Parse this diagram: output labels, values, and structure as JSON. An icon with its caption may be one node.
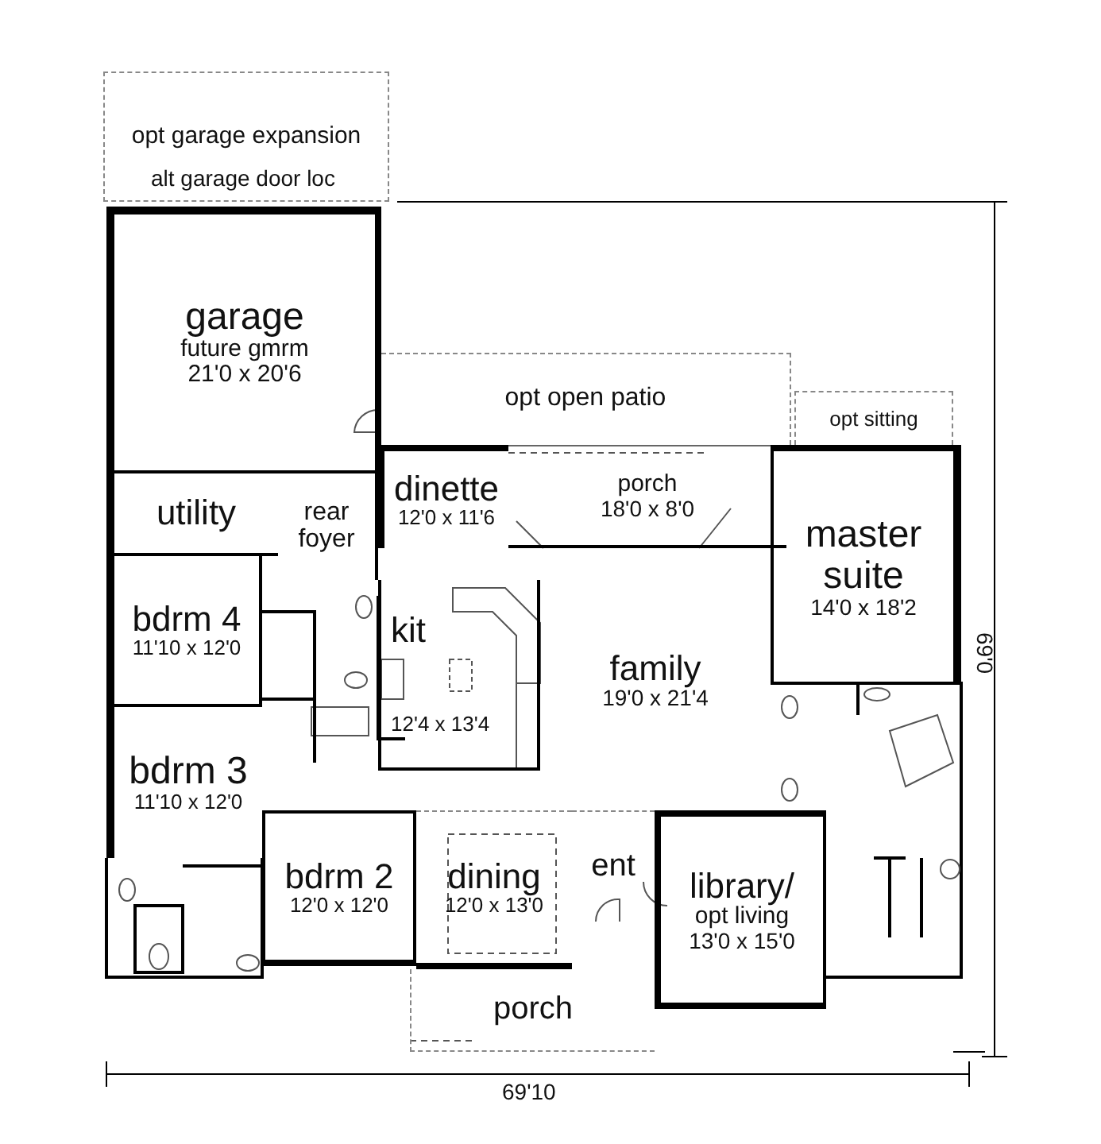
{
  "diagram": {
    "nodes": [
      {
        "text": [
          "opt garage expansion"
        ]
      },
      {
        "text": [
          "garage",
          "future gmrm",
          "21'0 x 20'6"
        ]
      },
      {
        "text": [
          "opt open patio"
        ]
      },
      {
        "text": [
          "opt sitting"
        ]
      },
      {
        "text": [
          "dinette",
          "12'0 x 11'6"
        ]
      },
      {
        "text": [
          "porch",
          "18'0 x 8'0"
        ]
      },
      {
        "text": [
          "master suite",
          "14'0 x 18'2"
        ]
      },
      {
        "text": [
          "utility"
        ]
      },
      {
        "text": [
          "rear foyer"
        ]
      },
      {
        "text": [
          "bdrm 4",
          "11'10 x 12'0"
        ]
      },
      {
        "text": [
          "kit",
          "12'4 x 13'4"
        ]
      },
      {
        "text": [
          "family",
          "19'0 x 21'4"
        ]
      },
      {
        "text": [
          "bdrm 3",
          "11'10 x 12'0"
        ]
      },
      {
        "text": [
          "bdrm 2",
          "12'0 x 12'0"
        ]
      },
      {
        "text": [
          "dining",
          "12'0 x 13'0"
        ]
      },
      {
        "text": [
          "ent"
        ]
      },
      {
        "text": [
          "library/",
          "opt living",
          "13'0 x 15'0"
        ]
      },
      {
        "text": [
          "porch"
        ]
      }
    ],
    "labels": [
      "alt garage door loc",
      "69'10",
      "69'0"
    ]
  }
}
